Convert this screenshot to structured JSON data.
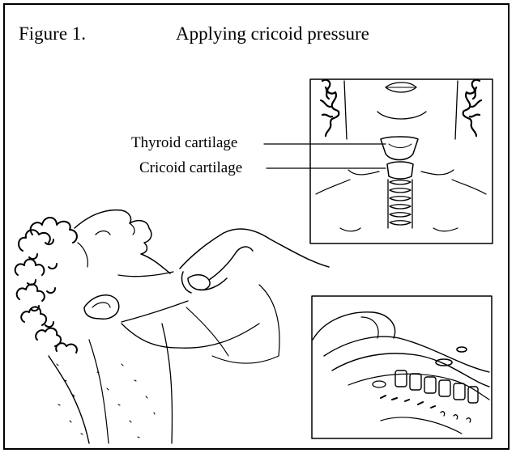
{
  "figure": {
    "label": "Figure 1.",
    "title": "Applying cricoid pressure"
  },
  "callouts": {
    "thyroid": "Thyroid cartilage",
    "cricoid": "Cricoid cartilage"
  },
  "colors": {
    "ink": "#000000",
    "paper": "#ffffff"
  }
}
